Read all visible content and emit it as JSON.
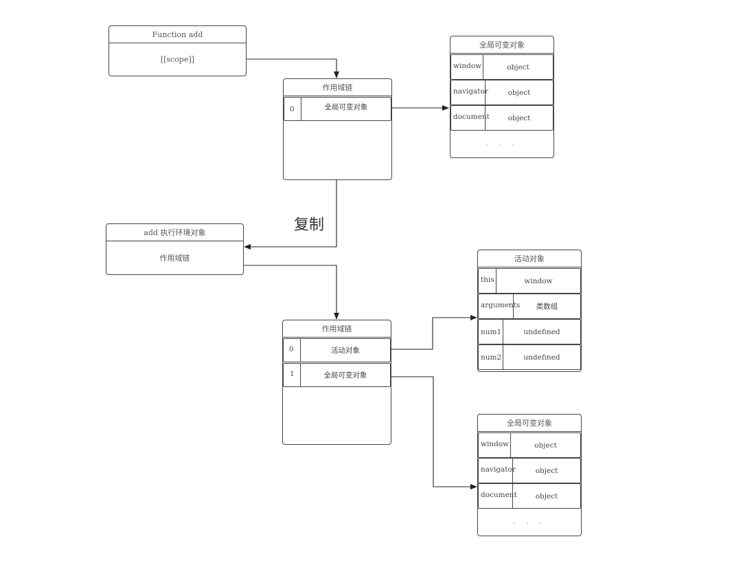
{
  "function_box": {
    "title": "Function add",
    "scope": "[[scope]]"
  },
  "scope_chain_1": {
    "title": "作用域链",
    "rows": [
      {
        "index": "0",
        "value": "全局可变对象"
      }
    ]
  },
  "global_obj_1": {
    "title": "全局可变对象",
    "rows": [
      {
        "key": "window",
        "value": "object"
      },
      {
        "key": "navigator",
        "value": "object"
      },
      {
        "key": "document",
        "value": "object"
      }
    ],
    "more": "· · ·"
  },
  "copy_label": "复制",
  "exec_context": {
    "title": "add 执行环境对象",
    "body": "作用域链"
  },
  "scope_chain_2": {
    "title": "作用域链",
    "rows": [
      {
        "index": "0",
        "value": "活动对象"
      },
      {
        "index": "1",
        "value": "全局可变对象"
      }
    ]
  },
  "activation_obj": {
    "title": "活动对象",
    "rows": [
      {
        "key": "this",
        "value": "window"
      },
      {
        "key": "arguments",
        "value": "类数组"
      },
      {
        "key": "num1",
        "value": "undefined"
      },
      {
        "key": "num2",
        "value": "undefined"
      }
    ]
  },
  "global_obj_2": {
    "title": "全局可变对象",
    "rows": [
      {
        "key": "window",
        "value": "object"
      },
      {
        "key": "navigator",
        "value": "object"
      },
      {
        "key": "document",
        "value": "object"
      }
    ],
    "more": "· · ·"
  }
}
